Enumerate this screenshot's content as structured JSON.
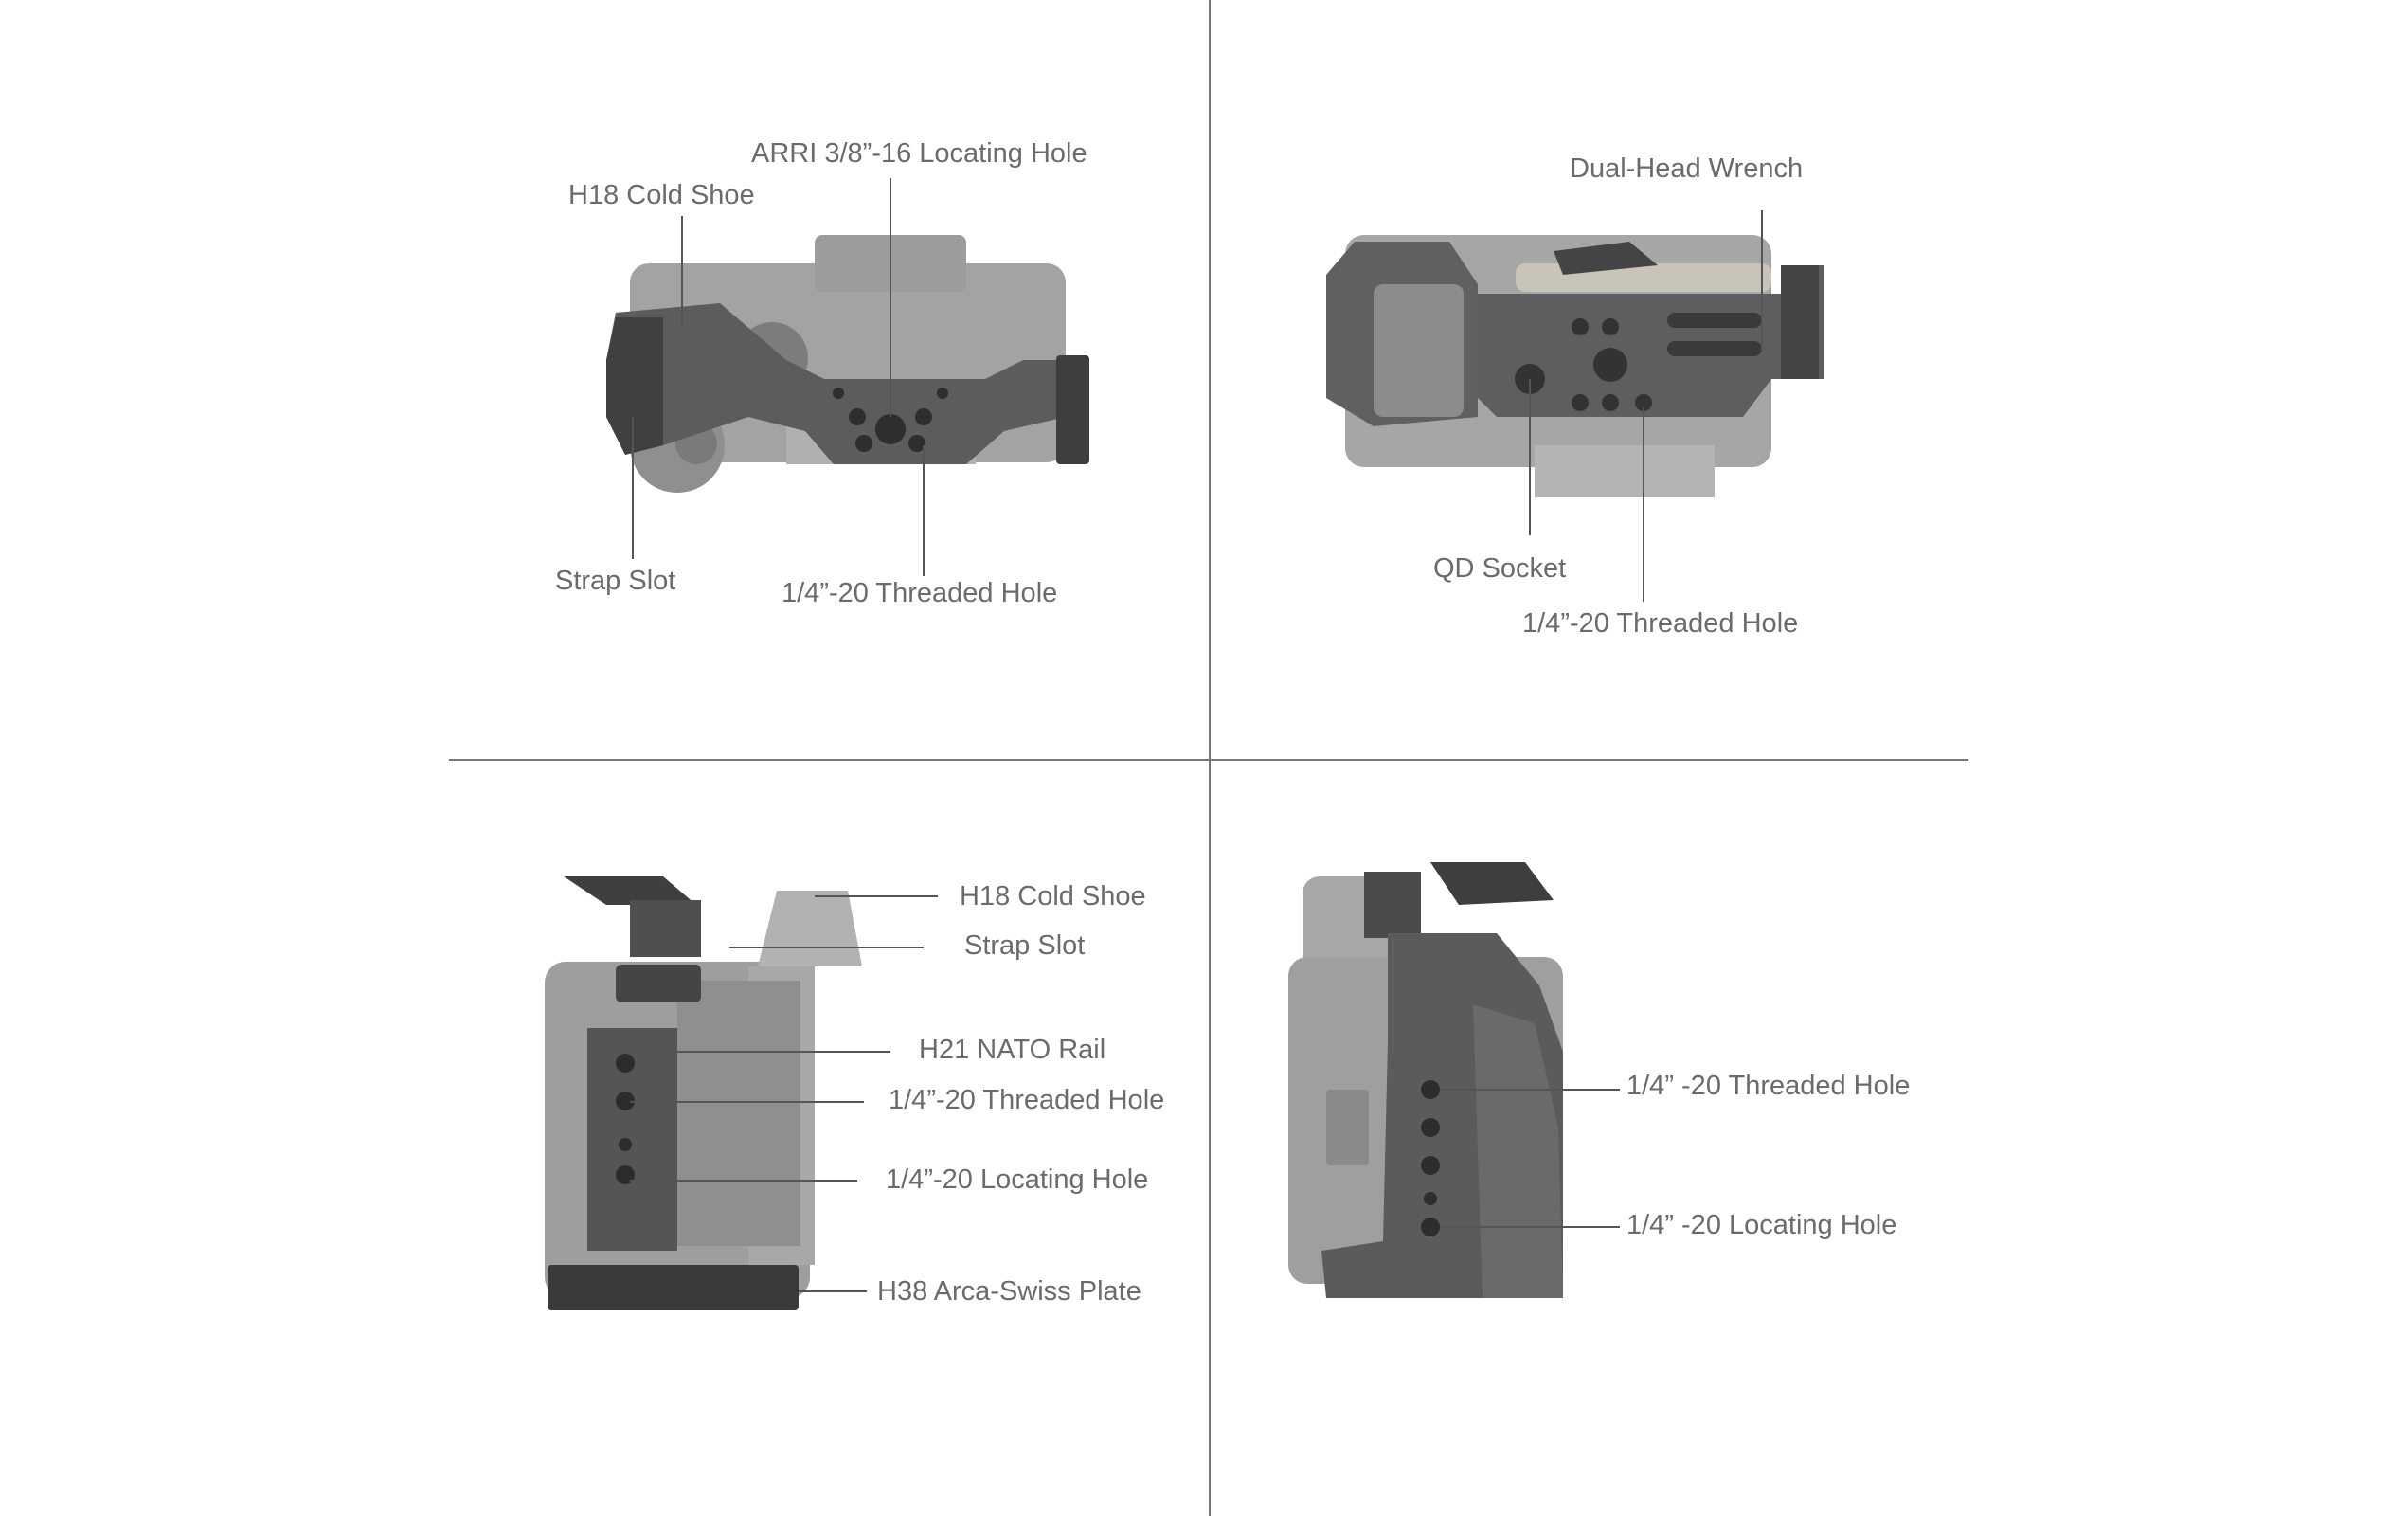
{
  "colors": {
    "background": "#ffffff",
    "label_text": "#6b6b6b",
    "leader_line": "#555555",
    "divider": "#777777",
    "camera_body": "#9a9a9a",
    "cage_metal": "#5a5a5c",
    "cage_dark": "#3c3c3e"
  },
  "panels": {
    "top_view": {
      "labels": {
        "arri_hole": "ARRI 3/8”-16 Locating Hole",
        "cold_shoe": "H18 Cold Shoe",
        "strap_slot": "Strap Slot",
        "threaded_hole": "1/4”-20 Threaded Hole"
      }
    },
    "bottom_view": {
      "labels": {
        "wrench": "Dual-Head Wrench",
        "qd_socket": "QD Socket",
        "threaded_hole": "1/4”-20 Threaded Hole"
      }
    },
    "left_side_view": {
      "labels": {
        "cold_shoe": "H18 Cold Shoe",
        "strap_slot": "Strap Slot",
        "nato_rail": "H21 NATO Rail",
        "threaded_hole": "1/4”-20 Threaded Hole",
        "locating_hole": "1/4”-20 Locating Hole",
        "arca_plate": "H38 Arca-Swiss Plate"
      }
    },
    "right_side_view": {
      "labels": {
        "threaded_hole": "1/4”   -20 Threaded Hole",
        "locating_hole": "1/4”   -20 Locating Hole"
      }
    }
  }
}
